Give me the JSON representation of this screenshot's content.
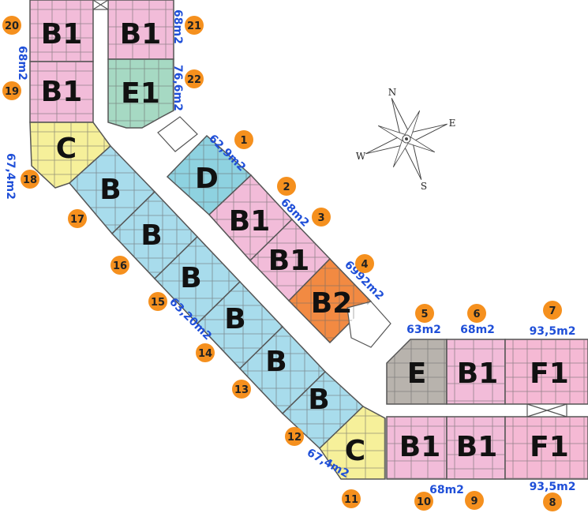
{
  "colors": {
    "B1": "#f2bcd9",
    "E1": "#a6d9c3",
    "C": "#f6f09a",
    "B": "#a8dcec",
    "D": "#8ed2e0",
    "B2": "#f28a42",
    "E": "#b8b3ad",
    "F1": "#f5b9d4",
    "badge": "#f5901e",
    "area_text": "#1f4fd8",
    "wall": "#555555"
  },
  "compass": {
    "n": "N",
    "e": "E",
    "s": "S",
    "w": "W"
  },
  "units": [
    {
      "letter": "B1",
      "type": "B1"
    },
    {
      "letter": "B1",
      "type": "B1"
    },
    {
      "letter": "B1",
      "type": "B1"
    },
    {
      "letter": "E1",
      "type": "E1"
    },
    {
      "letter": "C",
      "type": "C"
    },
    {
      "letter": "B",
      "type": "B"
    },
    {
      "letter": "B",
      "type": "B"
    },
    {
      "letter": "B",
      "type": "B"
    },
    {
      "letter": "B",
      "type": "B"
    },
    {
      "letter": "B",
      "type": "B"
    },
    {
      "letter": "B",
      "type": "B"
    },
    {
      "letter": "C",
      "type": "C"
    },
    {
      "letter": "D",
      "type": "D"
    },
    {
      "letter": "B1",
      "type": "B1"
    },
    {
      "letter": "B1",
      "type": "B1"
    },
    {
      "letter": "B2",
      "type": "B2"
    },
    {
      "letter": "E",
      "type": "E"
    },
    {
      "letter": "B1",
      "type": "B1"
    },
    {
      "letter": "F1",
      "type": "F1"
    },
    {
      "letter": "B1",
      "type": "B1"
    },
    {
      "letter": "B1",
      "type": "B1"
    },
    {
      "letter": "F1",
      "type": "F1"
    }
  ],
  "areas": [
    "68m2",
    "68m2",
    "76,6m2",
    "67,4m2",
    "62,9m2",
    "68m2",
    "6992m2",
    "63,20m2",
    "63m2",
    "68m2",
    "93,5m2",
    "67,4m2",
    "68m2",
    "93,5m2"
  ],
  "numbers": [
    "20",
    "21",
    "19",
    "22",
    "18",
    "17",
    "16",
    "15",
    "14",
    "13",
    "12",
    "11",
    "1",
    "2",
    "3",
    "4",
    "5",
    "6",
    "7",
    "10",
    "9",
    "8"
  ]
}
